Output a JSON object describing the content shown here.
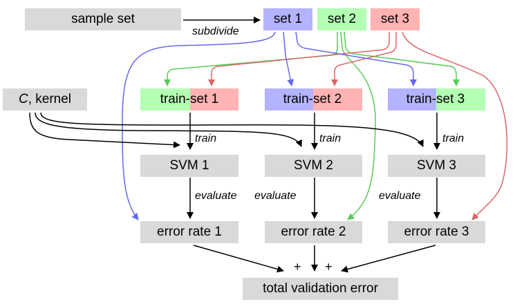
{
  "nodes": {
    "sample_set": "sample set",
    "set1": "set 1",
    "set2": "set 2",
    "set3": "set 3",
    "params_var": "C",
    "params_rest": ", kernel",
    "train_prefix": "train-",
    "train_suffix": [
      "set 1",
      "set 2",
      "set 3"
    ],
    "svm": [
      "SVM 1",
      "SVM 2",
      "SVM 3"
    ],
    "error": [
      "error rate 1",
      "error rate 2",
      "error rate 3"
    ],
    "total": "total validation error"
  },
  "labels": {
    "subdivide": "subdivide",
    "train": "train",
    "evaluate": "evaluate",
    "plus": "+"
  },
  "colors": {
    "set1": "#b3b3ff",
    "set2": "#b3ffb3",
    "set3": "#ffb3b3",
    "gray": "#d9d9d9",
    "line_blue": "#6666ee",
    "line_green": "#55cc55",
    "line_red": "#dd6666"
  }
}
